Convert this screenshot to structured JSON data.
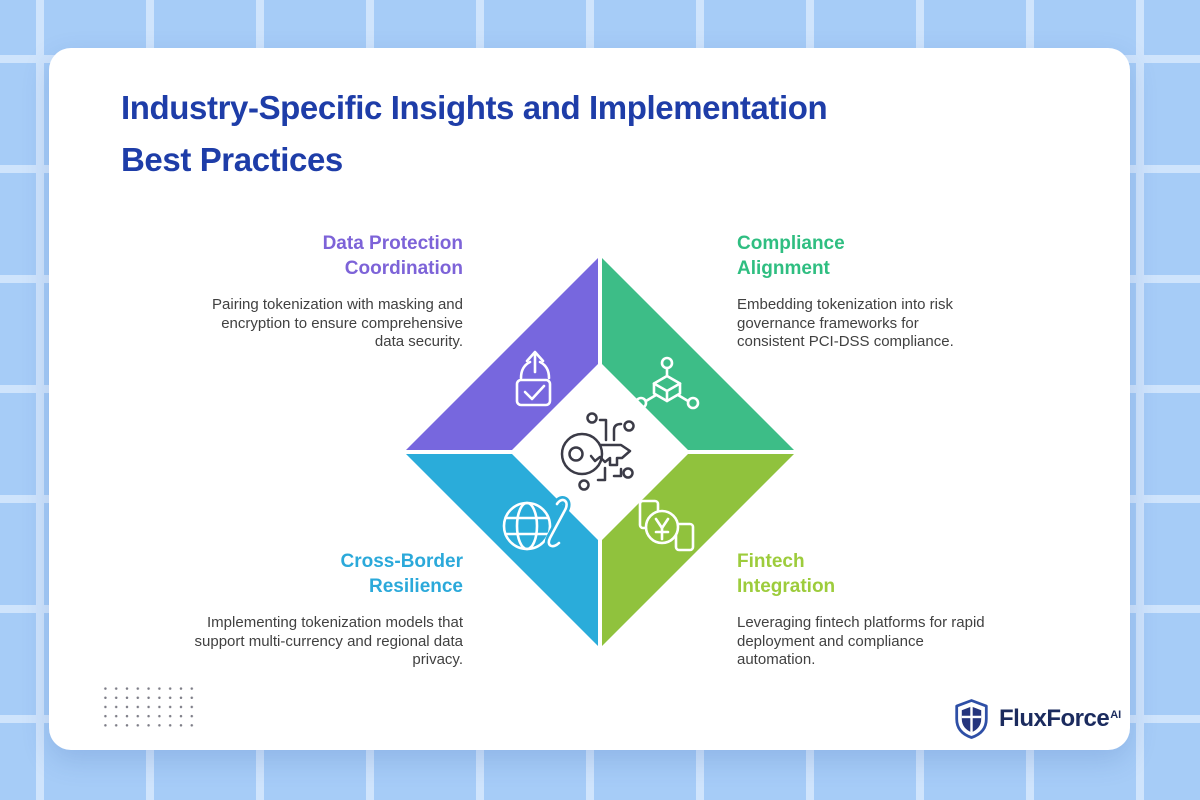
{
  "palette": {
    "background": "#A6CCF7",
    "grid_line": "#CFE4FC",
    "card_bg": "#FFFFFF",
    "title_color": "#1E3DA8",
    "body_text_color": "#414141"
  },
  "title": "Industry-Specific Insights and Implementation\nBest Practices",
  "sections": [
    {
      "id": "data-protection-coordination",
      "title": "Data Protection\nCoordination",
      "description": "Pairing tokenization with masking and\nencryption to ensure comprehensive\ndata security.",
      "title_color": "#7D63D8",
      "triangle_color": "#7767DE",
      "icon": "lock-upload-icon",
      "position": "top-left"
    },
    {
      "id": "compliance-alignment",
      "title": "Compliance\nAlignment",
      "description": "Embedding tokenization into risk\ngovernance frameworks for\nconsistent PCI-DSS compliance.",
      "title_color": "#2FBE81",
      "triangle_color": "#3DBD87",
      "icon": "cube-network-icon",
      "position": "top-right"
    },
    {
      "id": "cross-border-resilience",
      "title": "Cross-Border\nResilience",
      "description": "Implementing tokenization models that\nsupport multi-currency and regional data\nprivacy.",
      "title_color": "#2BA9DA",
      "triangle_color": "#2AACDA",
      "icon": "globe-currency-icon",
      "position": "bottom-left"
    },
    {
      "id": "fintech-integration",
      "title": "Fintech\nIntegration",
      "description": "Leveraging fintech platforms for rapid\ndeployment and compliance\nautomation.",
      "title_color": "#9DCC3C",
      "triangle_color": "#90C23D",
      "icon": "mobile-payment-icon",
      "position": "bottom-right"
    }
  ],
  "center": {
    "icon": "tokenization-key-icon"
  },
  "logo": {
    "name": "FluxForce",
    "suffix": "AI",
    "text_color": "#1B2B5E",
    "shield_outline": "#2E4FA6",
    "shield_fill": "#25357D",
    "icon": "shield-logo-icon"
  }
}
